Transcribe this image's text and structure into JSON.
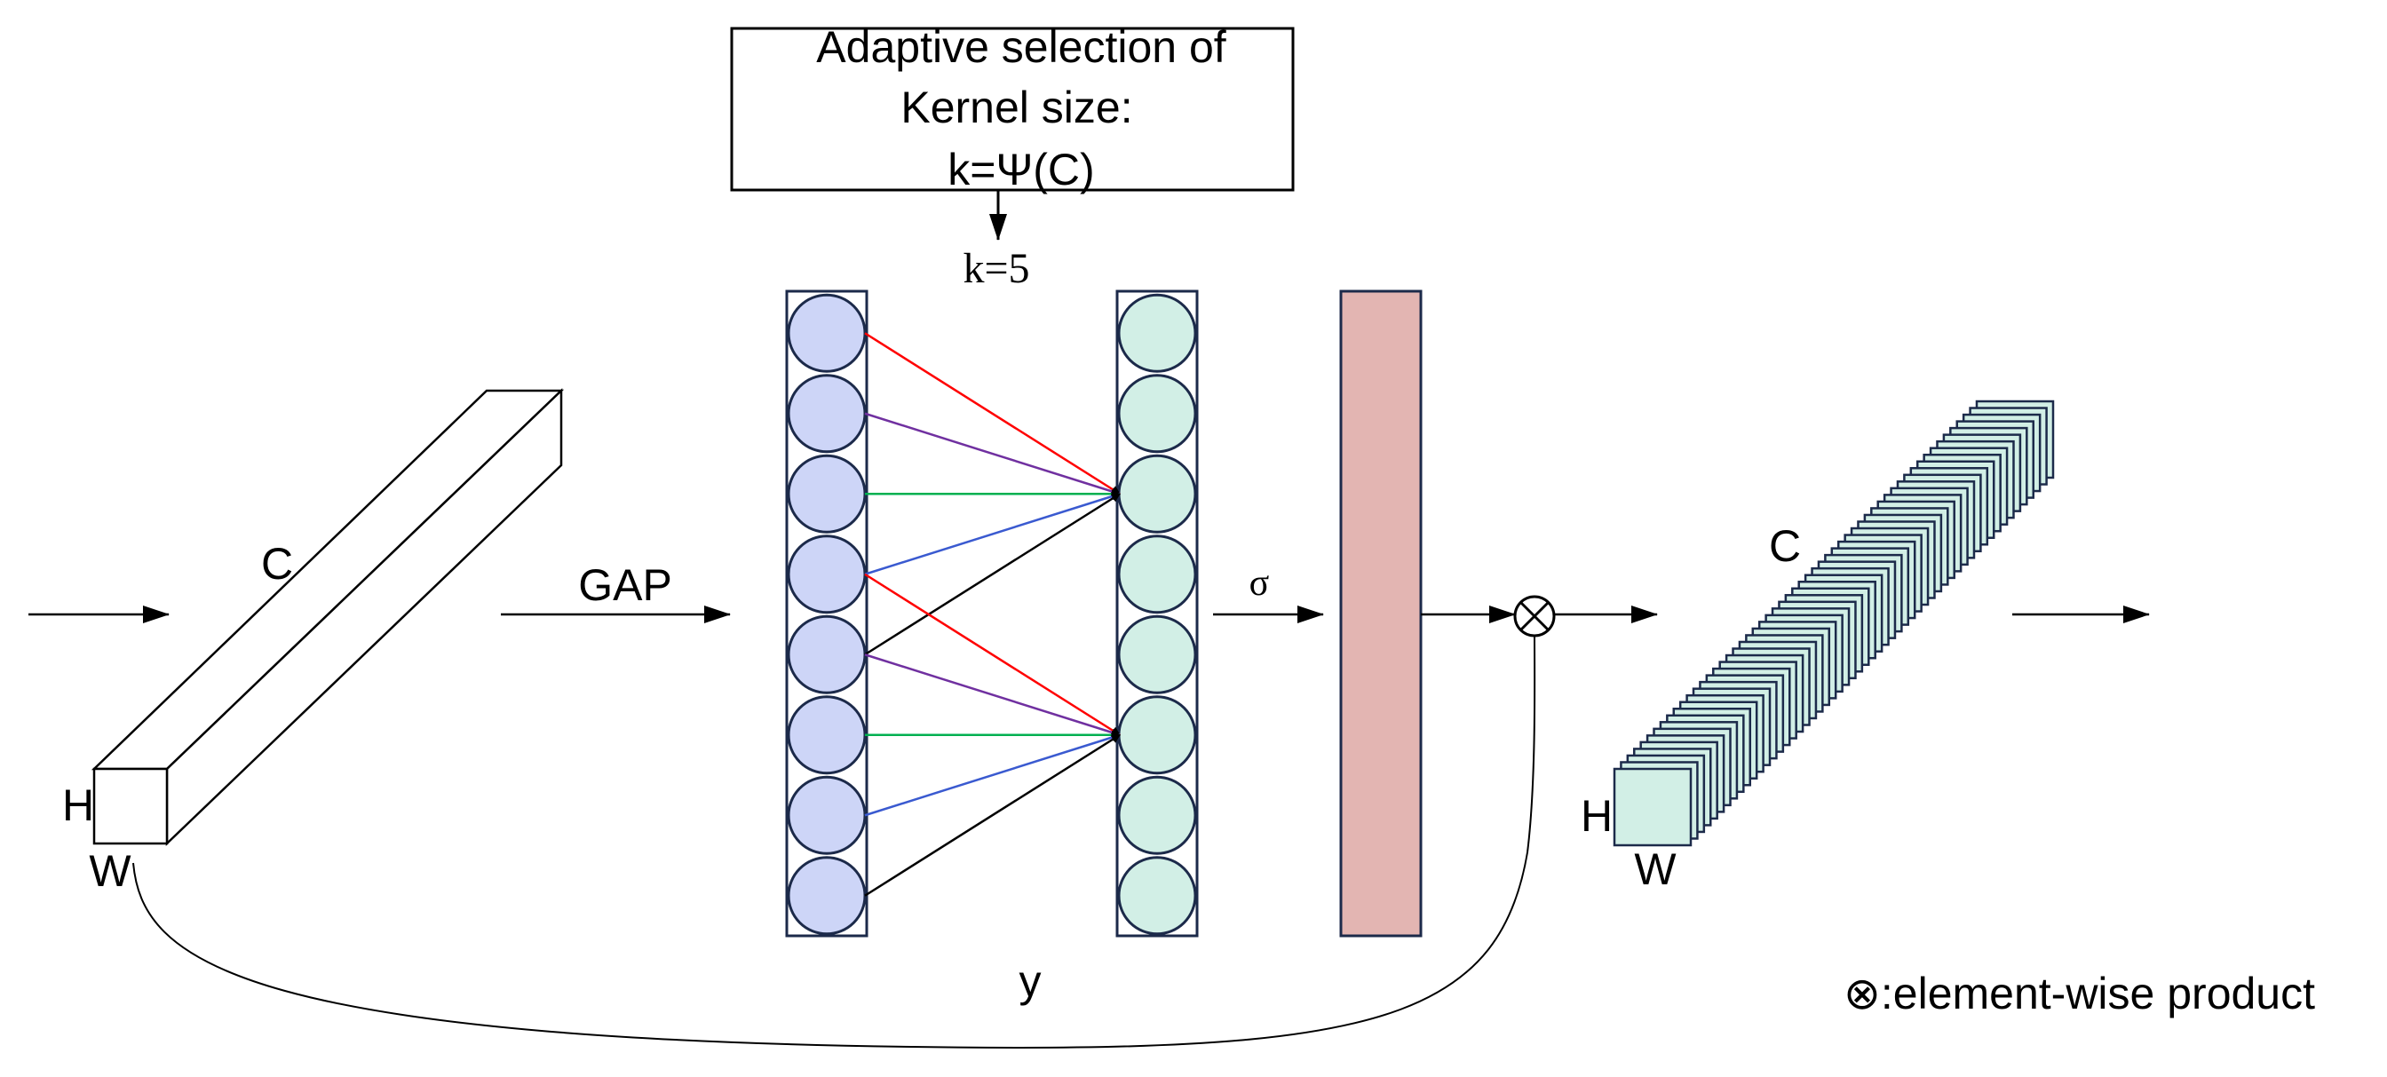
{
  "kernel_box": {
    "line1": "Adaptive selection of",
    "line2": "Kernel size:",
    "line3": "k=Ψ(C)"
  },
  "k_label": "k=5",
  "input_tensor": {
    "c_label": "C",
    "h_label": "H",
    "w_label": "W"
  },
  "gap_label": "GAP",
  "y_label": "y",
  "sigma_label": "σ",
  "product_symbol": "⊗",
  "output_tensor": {
    "c_label": "C",
    "h_label": "H",
    "w_label": "W"
  },
  "legend_text": "⊗:element-wise product",
  "neuron_count": 8,
  "colors": {
    "stroke": "#000000",
    "input_neuron_fill": "#cdd5f7",
    "input_neuron_stroke": "#1c2a4a",
    "output_neuron_fill": "#d2efe6",
    "output_neuron_stroke": "#1c2a4a",
    "sigmoid_bar_fill": "#e3b5b2",
    "stack_slice_fill": "#d2efe6",
    "stack_slice_stroke": "#1c2a4a",
    "edge_red": "#ff0000",
    "edge_purple": "#7030a0",
    "edge_green": "#00b050",
    "edge_blue": "#3a5ad0",
    "edge_black": "#000000"
  }
}
